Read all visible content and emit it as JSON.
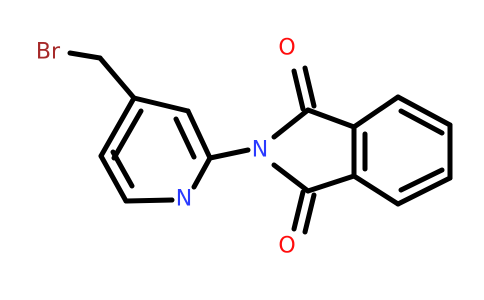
{
  "molecule": {
    "atoms": {
      "br": "Br",
      "o_top": "O",
      "o_bottom": "O",
      "n_imide": "N",
      "n_pyridine": "N"
    },
    "colors": {
      "bond": "#000000",
      "bromine": "#A62929",
      "oxygen": "#FF0D0D",
      "nitrogen": "#2B3BFF"
    }
  }
}
